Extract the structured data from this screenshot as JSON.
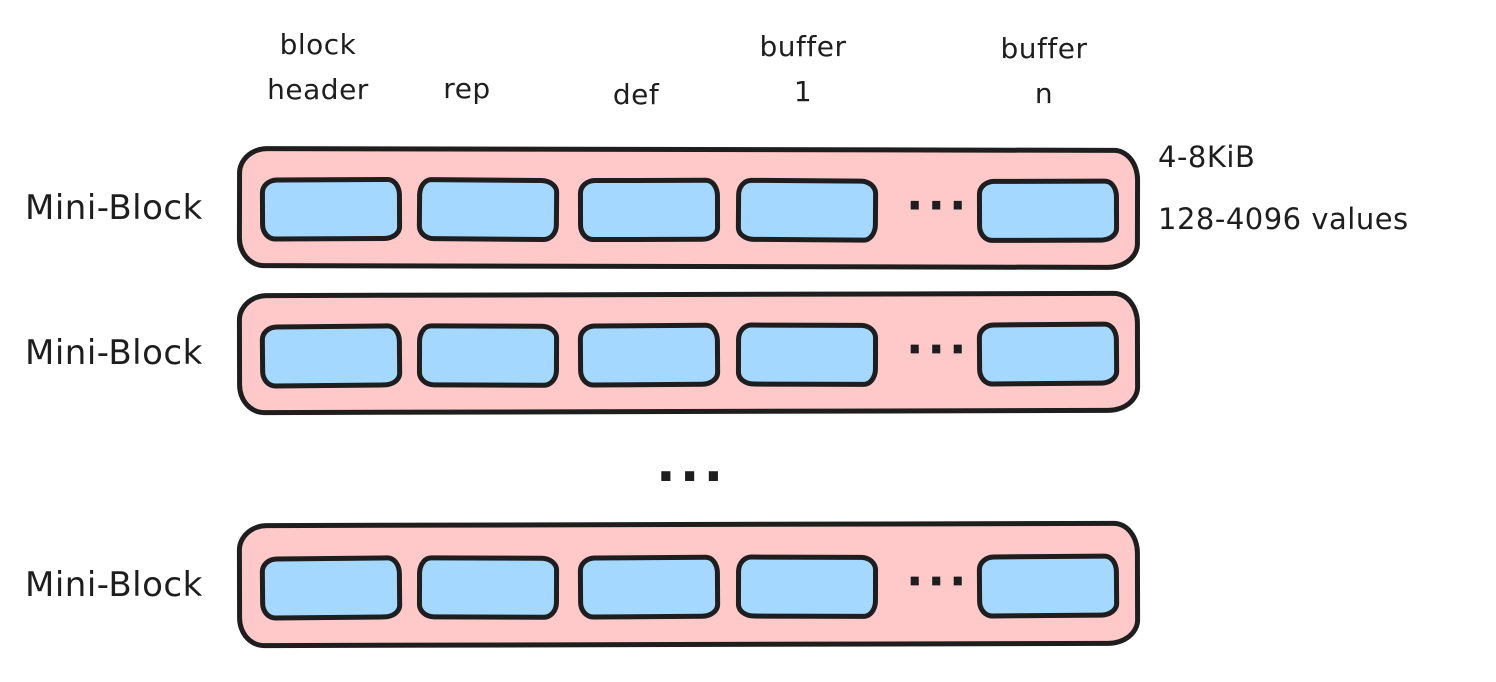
{
  "colors": {
    "background": "#ffffff",
    "block_fill": "#ffc9c9",
    "buffer_fill": "#a5d8ff",
    "stroke": "#1e1e1e",
    "text": "#1e1e1e"
  },
  "columns": {
    "block_header": {
      "line1": "block",
      "line2": "header"
    },
    "rep": {
      "line1": "rep"
    },
    "def": {
      "line1": "def"
    },
    "buffer_1": {
      "line1": "buffer",
      "line2": "1"
    },
    "buffer_n": {
      "line1": "buffer",
      "line2": "n"
    }
  },
  "rows": [
    {
      "label": "Mini-Block"
    },
    {
      "label": "Mini-Block"
    },
    {
      "label": "Mini-Block"
    }
  ],
  "annotations": {
    "size_range": "4-8KiB",
    "value_range": "128-4096 values"
  },
  "ellipsis": {
    "in_row": "...",
    "between_rows": "..."
  }
}
